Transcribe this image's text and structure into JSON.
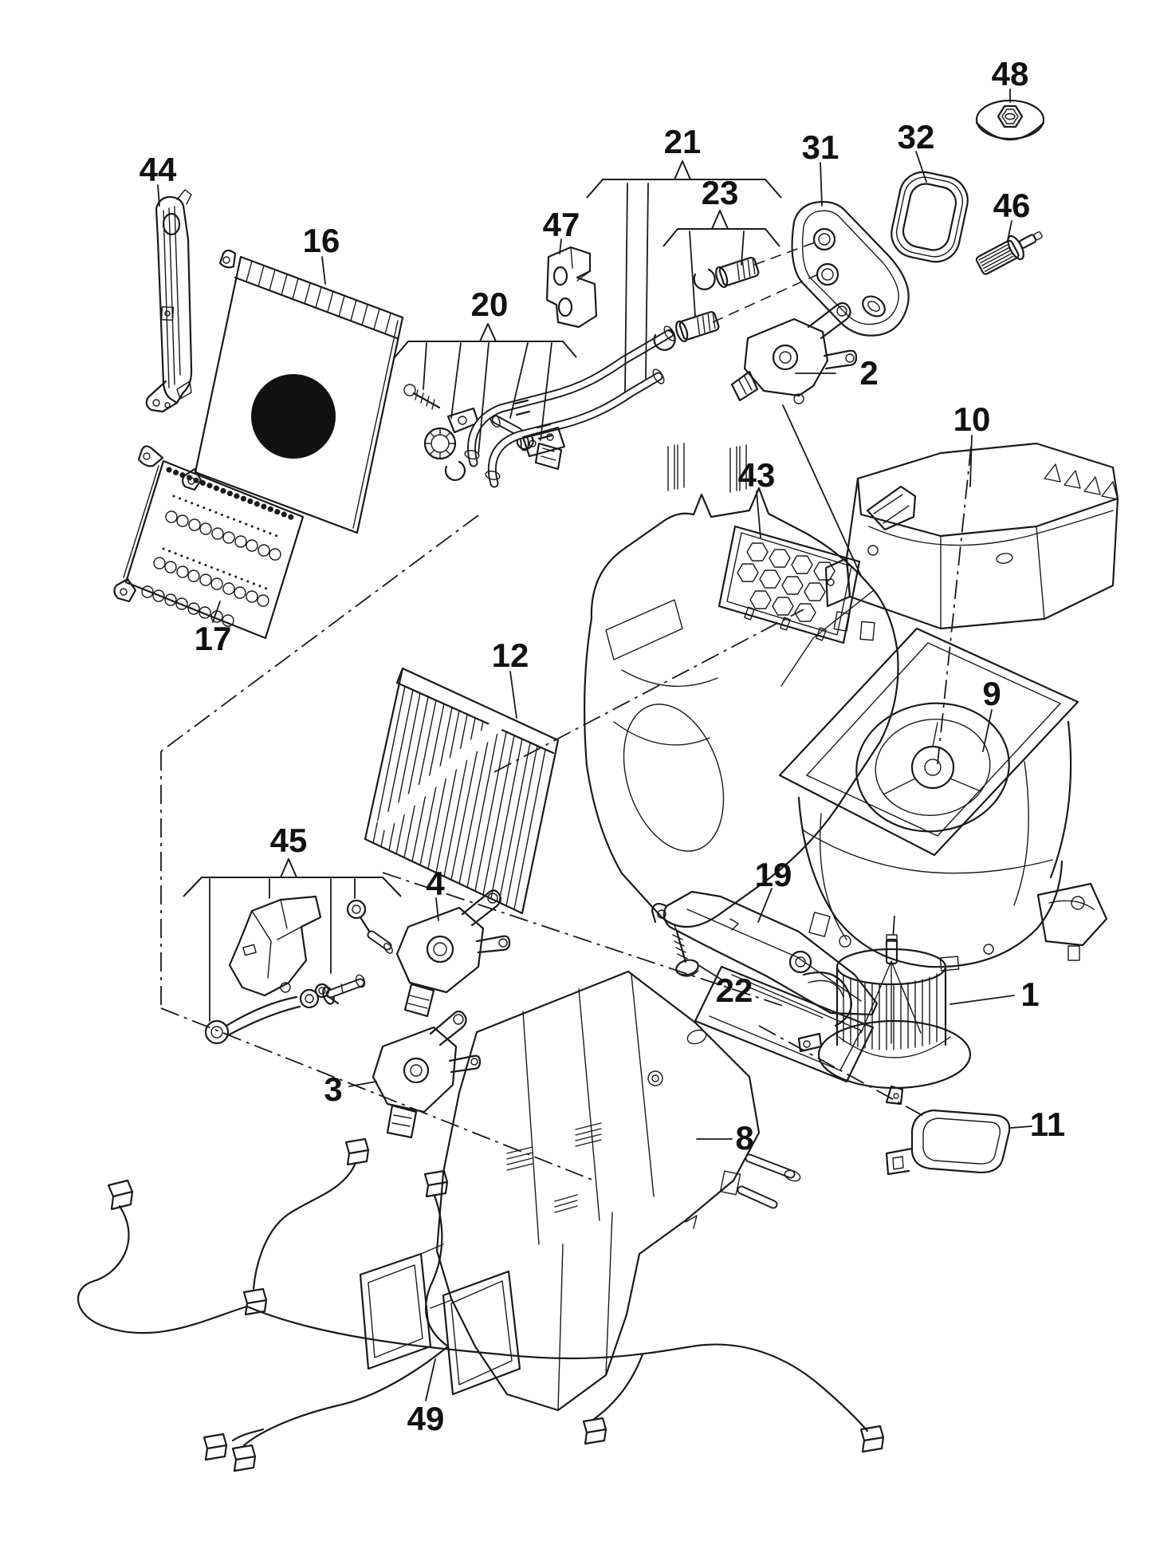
{
  "diagram": {
    "type": "exploded-parts-diagram",
    "subject": "Heater / air conditioner unit exploded view",
    "background_color": "#ffffff",
    "line_color": "#1a1a1a"
  },
  "parts": {
    "p1": {
      "number": "1",
      "depicts": "blower motor with fan wheel"
    },
    "p2": {
      "number": "2",
      "depicts": "servo motor actuator"
    },
    "p3": {
      "number": "3",
      "depicts": "servo motor actuator"
    },
    "p4": {
      "number": "4",
      "depicts": "servo motor actuator"
    },
    "p8": {
      "number": "8",
      "depicts": "heater distribution housing"
    },
    "p9": {
      "number": "9",
      "depicts": "blower housing"
    },
    "p10": {
      "number": "10",
      "depicts": "air intake housing"
    },
    "p11": {
      "number": "11",
      "depicts": "cover"
    },
    "p12": {
      "number": "12",
      "depicts": "dust and pollen filter"
    },
    "p16": {
      "number": "16",
      "depicts": "evaporator"
    },
    "p17": {
      "number": "17",
      "depicts": "heater core"
    },
    "p19": {
      "number": "19",
      "depicts": "support bracket"
    },
    "p20": {
      "number": "20",
      "depicts": "mounting parts group"
    },
    "p21": {
      "number": "21",
      "depicts": "refrigerant pipe assembly group"
    },
    "p22": {
      "number": "22",
      "depicts": "screw"
    },
    "p23": {
      "number": "23",
      "depicts": "pipe coupling fittings group"
    },
    "p31": {
      "number": "31",
      "depicts": "connecting flange plate"
    },
    "p32": {
      "number": "32",
      "depicts": "rectangular seal ring"
    },
    "p43": {
      "number": "43",
      "depicts": "honeycomb grille insert"
    },
    "p44": {
      "number": "44",
      "depicts": "retaining strip"
    },
    "p45": {
      "number": "45",
      "depicts": "linkage and lever group"
    },
    "p46": {
      "number": "46",
      "depicts": "one-way valve"
    },
    "p47": {
      "number": "47",
      "depicts": "connector block"
    },
    "p48": {
      "number": "48",
      "depicts": "grommet with nut"
    },
    "p49": {
      "number": "49",
      "depicts": "wiring harness"
    }
  }
}
